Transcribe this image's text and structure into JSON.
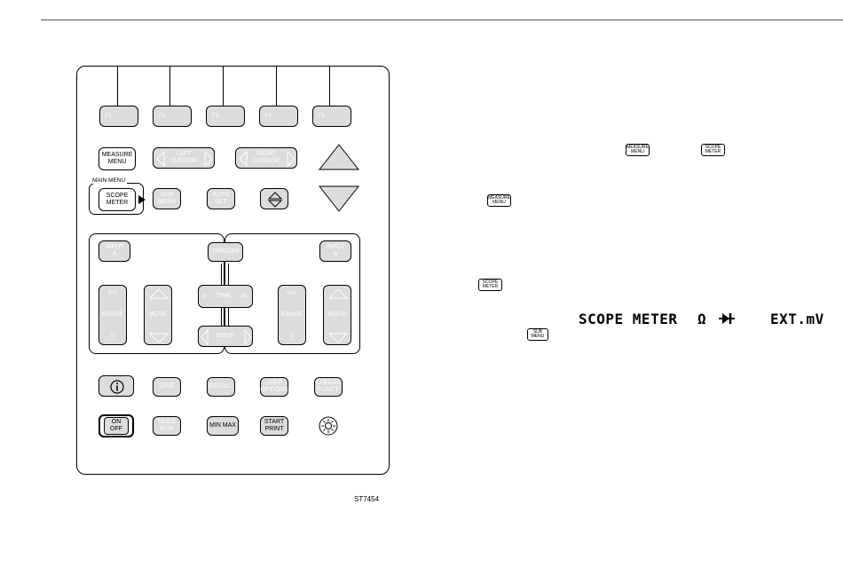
{
  "caption": "ST7454",
  "function_keys": [
    "F1",
    "F2",
    "F3",
    "F4",
    "F5"
  ],
  "keys": {
    "measure_menu": "MEASURE\nMENU",
    "left_cursor": "LEFT\nCURSOR",
    "right_cursor": "RIGHT\nCURSOR",
    "main_menu_label": "MAIN  MENU",
    "scope_meter": "SCOPE\nMETER",
    "sub_menu": "SUB\nMENU",
    "auto_set": "AUTO\nSET",
    "input_a": "INPUT\nA",
    "trigger": "TRIGGER",
    "input_b": "INPUT\nB",
    "range_a_mv": "mV",
    "range_a_label": "RANGE",
    "range_a_v": "V",
    "move_a": "MOVE",
    "time_s": "s",
    "time_label": "TIME",
    "time_ns": "ns",
    "move_h": "MOVE",
    "range_b_mv": "mV",
    "range_b_label": "RANGE",
    "range_b_v": "V",
    "move_b": "MOVE",
    "save": "SAVE",
    "recall": "RECALL",
    "user_options": "USER\nOPTIONS",
    "special_funct": "SPECIAL\nFUNCT",
    "on_off": "ON\nOFF",
    "hold_run": "HOLD\nRUN",
    "min_max": "MIN  MAX",
    "start_print": "START\nPRINT"
  },
  "icons": {
    "info": "info-icon",
    "backlight": "backlight-sun-icon",
    "up": "arrow-up-icon",
    "down": "arrow-down-icon",
    "updown": "up-down-arrows-icon"
  },
  "right_refs": {
    "measure_menu_1": "MEASURE\nMENU",
    "scope_meter_1": "SCOPE\nMETER",
    "measure_menu_2": "MEASURE\nMENU",
    "scope_meter_2": "SCOPE\nMETER",
    "sub_menu": "SUB\nMENU"
  },
  "lcd_text": {
    "scope_meter": "SCOPE METER",
    "ohm": "Ω",
    "diode": "diode-icon",
    "ext_mv": "EXT.mV"
  }
}
